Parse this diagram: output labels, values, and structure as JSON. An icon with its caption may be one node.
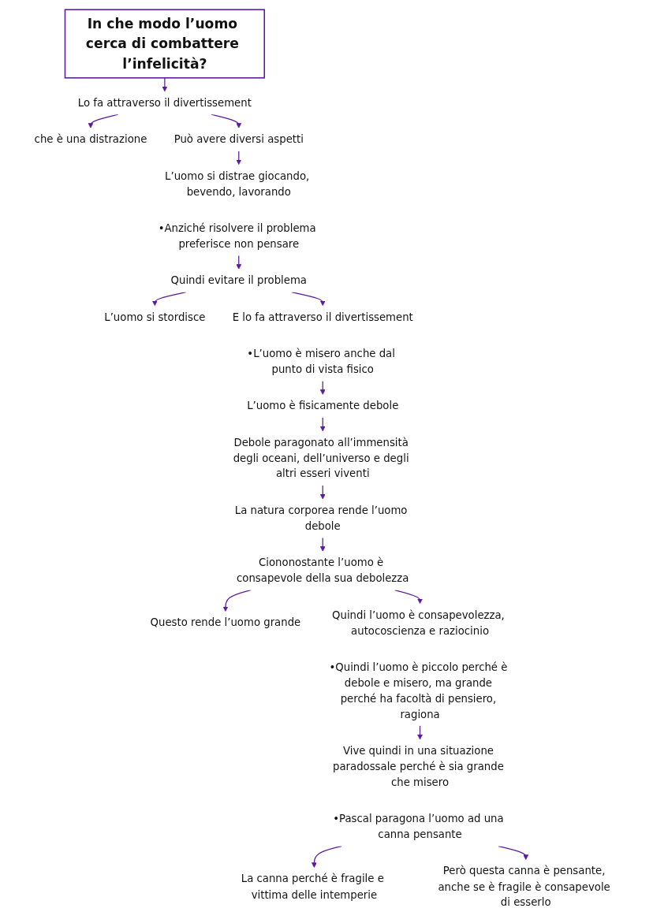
{
  "diagram": {
    "nodes": [
      {
        "text": [
          "In che modo l’uomo cerca di combattere l’infelicità?"
        ]
      },
      {
        "text": [
          "Lo fa attraverso il divertissement"
        ]
      },
      {
        "text": [
          "che è una distrazione"
        ]
      },
      {
        "text": [
          "Può avere diversi aspetti"
        ]
      },
      {
        "text": [
          "L’uomo si distrae giocando, bevendo, lavorando"
        ]
      },
      {
        "text": [
          "•Anziché risolvere il problema preferisce non pensare"
        ]
      },
      {
        "text": [
          "Quindi evitare il problema"
        ]
      },
      {
        "text": [
          "L’uomo si stordisce"
        ]
      },
      {
        "text": [
          "E lo fa attraverso il divertissement"
        ]
      },
      {
        "text": [
          "•L’uomo è misero anche dal punto di vista fisico"
        ]
      },
      {
        "text": [
          "L’uomo è fisicamente debole"
        ]
      },
      {
        "text": [
          "Debole paragonato all’immensità degli oceani, dell’universo e degli altri esseri viventi"
        ]
      },
      {
        "text": [
          "La natura corporea rende l’uomo debole"
        ]
      },
      {
        "text": [
          "Ciononostante l’uomo è consapevole della sua debolezza"
        ]
      },
      {
        "text": [
          "Questo rende l’uomo grande"
        ]
      },
      {
        "text": [
          "Quindi l’uomo è consapevolezza, autocoscienza e raziocinio"
        ]
      },
      {
        "text": [
          "•Quindi l’uomo è piccolo perché è debole e misero, ma grande perché ha facoltà di pensiero, ragiona"
        ]
      },
      {
        "text": [
          "Vive quindi in una situazione paradossale perché è sia grande che misero"
        ]
      },
      {
        "text": [
          "•Pascal paragona l’uomo ad una canna pensante"
        ]
      },
      {
        "text": [
          "La canna perché è fragile e vittima delle intemperie"
        ]
      },
      {
        "text": [
          "Però questa canna è pensante, anche se è fragile è consapevole di esserlo"
        ]
      }
    ],
    "edges": [
      {
        "from": 0,
        "to": 1,
        "arrow": "to"
      },
      {
        "from": 1,
        "to": 2,
        "arrow": "to"
      },
      {
        "from": 1,
        "to": 3,
        "arrow": "to"
      },
      {
        "from": 3,
        "to": 4,
        "arrow": "to"
      },
      {
        "from": 5,
        "to": 6,
        "arrow": "to"
      },
      {
        "from": 6,
        "to": 7,
        "arrow": "to"
      },
      {
        "from": 6,
        "to": 8,
        "arrow": "to"
      },
      {
        "from": 9,
        "to": 10,
        "arrow": "to"
      },
      {
        "from": 10,
        "to": 11,
        "arrow": "to"
      },
      {
        "from": 11,
        "to": 12,
        "arrow": "to"
      },
      {
        "from": 12,
        "to": 13,
        "arrow": "to"
      },
      {
        "from": 13,
        "to": 14,
        "arrow": "to"
      },
      {
        "from": 13,
        "to": 15,
        "arrow": "to"
      },
      {
        "from": 16,
        "to": 17,
        "arrow": "to"
      },
      {
        "from": 18,
        "to": 19,
        "arrow": "to"
      },
      {
        "from": 18,
        "to": 20,
        "arrow": "to"
      }
    ]
  }
}
